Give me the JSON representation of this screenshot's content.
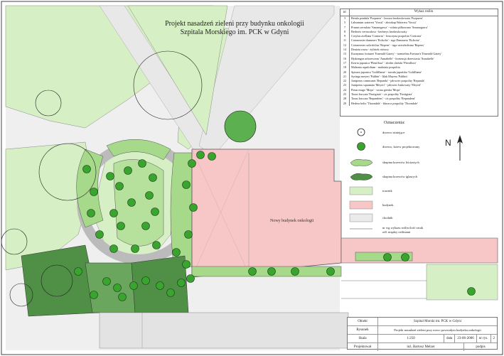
{
  "title": {
    "line1": "Projekt nasadzeń zieleni przy budynku onkologii",
    "line2": "Szpitala Morskiego im. PCK w Gdyni"
  },
  "plant_list": {
    "col_nr": "nr",
    "col_name": "Wykaz roślin",
    "items": [
      {
        "nr": "3",
        "name": "Betula pendula 'Purpurea' - brzoza brodawkowata 'Purpurea'"
      },
      {
        "nr": "5",
        "name": "Laburnum watereri 'Vossii' - złotokap Waterera 'Vossii'"
      },
      {
        "nr": "7",
        "name": "Prunus serrulata 'Amanogawa' - wiśnia piłkowana 'Amanogawa'"
      },
      {
        "nr": "8",
        "name": "Berberis verruculosa - berberys brodawkowaty"
      },
      {
        "nr": "9",
        "name": "Corylus avellana 'Contorta' - leszczyna pospolita 'Contorta'"
      },
      {
        "nr": "11",
        "name": "Cotoneaster dammeri 'Eicholtz' - irga Dammera 'Eichoitz'"
      },
      {
        "nr": "12",
        "name": "Cotoneaster salicifolius 'Repens' - irga wierzbolistna 'Repens'"
      },
      {
        "nr": "14",
        "name": "Deutzia rosea - żylistek różowy"
      },
      {
        "nr": "15",
        "name": "Euonymus fortunei 'Emerald Gaiety' - trzmielina Fortune'a 'Emerald Gaiety'"
      },
      {
        "nr": "16",
        "name": "Hydrangea arborescens 'Annabelle' - hortensja drzewiasta 'Annabelle'"
      },
      {
        "nr": "17",
        "name": "Kerria japonica 'Pleniflora' - złotlin chiński 'Pleniflora'"
      },
      {
        "nr": "18",
        "name": "Mahonia aquifolium - mahonia pospolita"
      },
      {
        "nr": "20",
        "name": "Spiraea japonica 'Goldflame' - tawuła japońska 'Goldflame'"
      },
      {
        "nr": "21",
        "name": "Syringa meyeri 'Palibin' - lilak Mayera 'Palibin'"
      },
      {
        "nr": "22",
        "name": "Juniperus communis 'Repanda' - jałowiec pospolity 'Repanda'"
      },
      {
        "nr": "23",
        "name": "Juniperus squamata 'Meyeri' - jałowiec łuskowaty 'Meyeri'"
      },
      {
        "nr": "24",
        "name": "Pinus mugo 'Mops' - sosna górska 'Mops'"
      },
      {
        "nr": "25",
        "name": "Taxus baccata 'Fastigiata' - cis pospolity 'Fastigiata'"
      },
      {
        "nr": "28",
        "name": "Taxus baccata 'Repandens' - cis pospolity 'Repandens'"
      },
      {
        "nr": "29",
        "name": "Hedera helix 'Thorndale' - bluszcz pospolity 'Thorndale'"
      }
    ]
  },
  "legend": {
    "title": "Oznaczenia:",
    "items": [
      {
        "key": "existing_tree",
        "label": "drzewo istniejące"
      },
      {
        "key": "new_tree",
        "label": "drzewo, krzew projektowany"
      },
      {
        "key": "deciduous_group",
        "label": "skupina krzewów liściastych"
      },
      {
        "key": "conifer_group",
        "label": "skupina krzewów iglastych"
      },
      {
        "key": "lawn",
        "label": "trawnik"
      },
      {
        "key": "building",
        "label": "budynek"
      },
      {
        "key": "path",
        "label": "chodnik"
      },
      {
        "key": "labels",
        "label": "nr wg wykazu roślin ilość sztuk"
      },
      {
        "key": "spacing",
        "label": "odl. między roślinami"
      }
    ]
  },
  "plan": {
    "building_label": "Nowy budynek onkologii",
    "north_label": "N"
  },
  "title_block": {
    "obiekt_k": "Obiekt",
    "obiekt_v": "Szpital Morski im. PCK w Gdyni",
    "rysunek_k": "Rysunek",
    "rysunek_v": "Projekt nasadzeń zieleni przy nowo powstałym budynku onkologii",
    "skala_k": "Skala",
    "skala_v": "1:250",
    "data_k": "data",
    "data_v": "23-06-2006",
    "nrrys_k": "nr rys.",
    "nrrys_v": "2",
    "proj_k": "Projektował",
    "proj_v": "inż. Bartosz Melzer",
    "podpis_k": "podpis"
  },
  "colors": {
    "lawn": "#d7efc4",
    "shrub_light": "#a6d98a",
    "shrub_dark": "#4f8f46",
    "tree": "#39a52f",
    "building": "#f7c6c6",
    "path": "#eaeaea"
  }
}
